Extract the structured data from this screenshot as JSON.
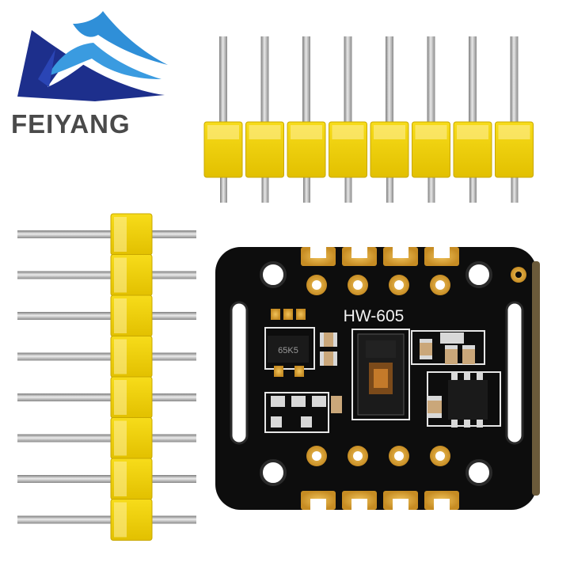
{
  "brand": {
    "name": "FEIYANG",
    "logo_icon": "wave-logo-icon"
  },
  "board": {
    "label": "HW-605",
    "chip_markings": [
      "65K5"
    ]
  },
  "colors": {
    "pcb": "#0d0d0d",
    "header_plastic": "#f2d200",
    "header_plastic_shade": "#d9b800",
    "pin_metal": "#b9b9b9",
    "gold_pad": "#d9a53a",
    "logo_blue_dark": "#1d2f8c",
    "logo_blue_light": "#2f8fd8",
    "logo_text": "#4a4a4a"
  }
}
